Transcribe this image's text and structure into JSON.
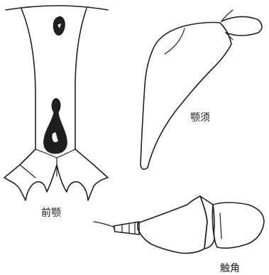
{
  "labels": {
    "premandible": "前颚",
    "mandible": "颚须",
    "antenna": "触角"
  }
}
